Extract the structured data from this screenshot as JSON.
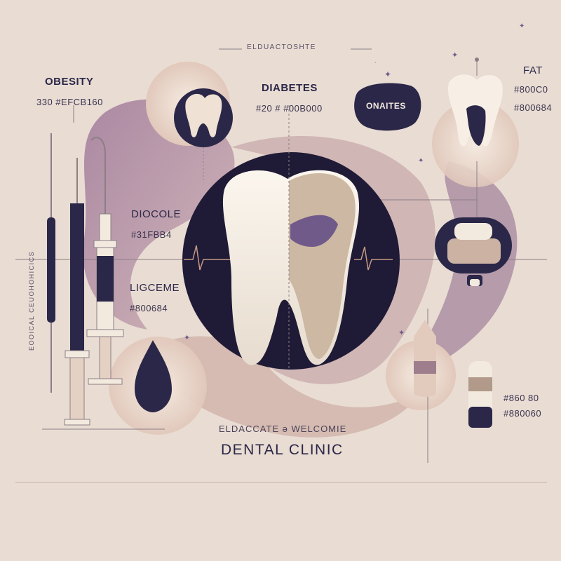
{
  "header": {
    "title": "ELDUACTOSHTE"
  },
  "labels": {
    "obesity": {
      "name": "OBESITY",
      "code": "330 #EFCB160"
    },
    "diabetes": {
      "name": "DIABETES",
      "code": "#20 # #00B000"
    },
    "onaites": {
      "name": "ONAITES"
    },
    "fat": {
      "name": "FAT",
      "code1": "#800C0",
      "code2": "#800684"
    },
    "diocole": {
      "name": "DIOCOLE",
      "code": "#31FBB4"
    },
    "ligceme": {
      "name": "LIGCEME",
      "code": "#800684"
    },
    "pill_codes": {
      "code1": "#860 80",
      "code2": "#880060"
    }
  },
  "vertical_text": "EOOICAL CEUOHOHICICS",
  "footer": {
    "subtitle": "ELDACCATE ə WELCOMIE",
    "title": "DENTAL CLINIC"
  },
  "colors": {
    "background": "#e9dcd3",
    "navy": "#2b2748",
    "mauve": "#8d6a86",
    "blush": "#d7bfb3",
    "cream": "#f3eadf",
    "purple_ring": "#5a466e"
  }
}
